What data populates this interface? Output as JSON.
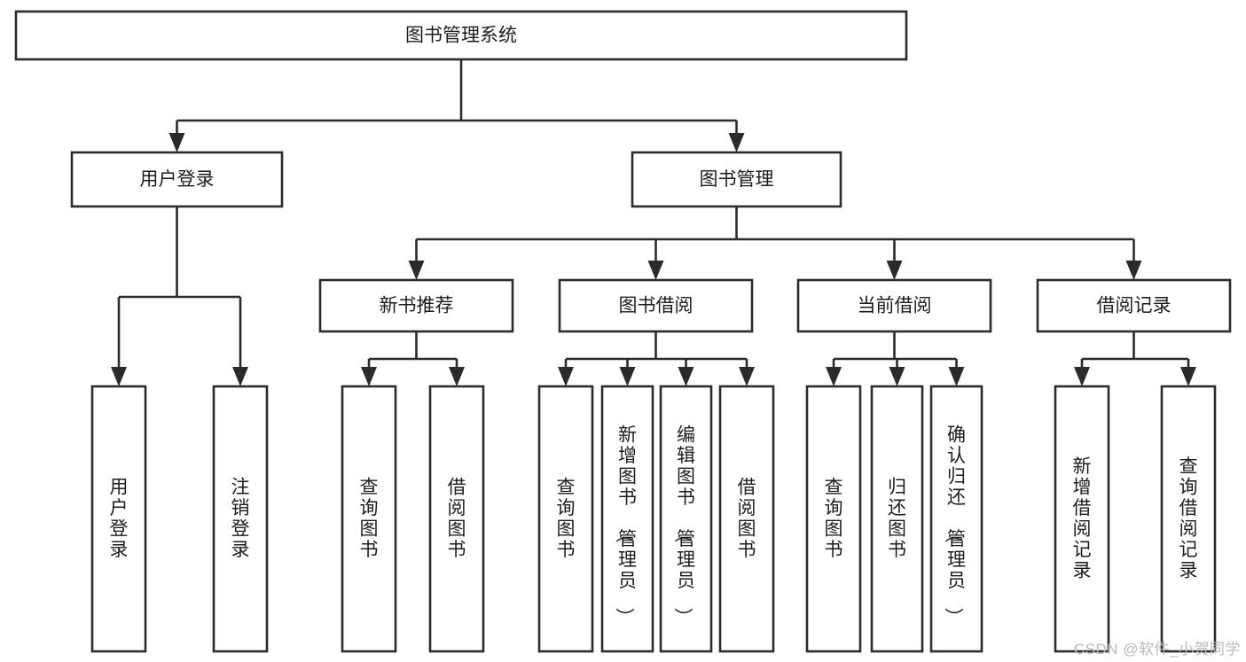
{
  "diagram": {
    "type": "tree",
    "title": "图书管理系统",
    "watermark": "CSDN @软件_小贺同学",
    "colors": {
      "stroke": "#2b2b2b",
      "fill": "#ffffff",
      "text": "#1c1c1c",
      "watermark": "#b9b9b9",
      "background": "#ffffff"
    },
    "root": {
      "id": "root",
      "label": "图书管理系统"
    },
    "level1": [
      {
        "id": "user-login",
        "label": "用户登录"
      },
      {
        "id": "book-manage",
        "label": "图书管理"
      }
    ],
    "level2": [
      {
        "id": "new-book-recommend",
        "label": "新书推荐",
        "parent": "book-manage"
      },
      {
        "id": "book-borrow",
        "label": "图书借阅",
        "parent": "book-manage"
      },
      {
        "id": "current-borrow",
        "label": "当前借阅",
        "parent": "book-manage"
      },
      {
        "id": "borrow-record",
        "label": "借阅记录",
        "parent": "book-manage"
      }
    ],
    "leaves": [
      {
        "id": "leaf-user-login",
        "label": "用户登录",
        "parent": "user-login"
      },
      {
        "id": "leaf-user-logout",
        "label": "注销登录",
        "parent": "user-login"
      },
      {
        "id": "leaf-query-book-1",
        "label": "查询图书",
        "parent": "new-book-recommend"
      },
      {
        "id": "leaf-borrow-book-1",
        "label": "借阅图书",
        "parent": "new-book-recommend"
      },
      {
        "id": "leaf-query-book-2",
        "label": "查询图书",
        "parent": "book-borrow"
      },
      {
        "id": "leaf-add-book",
        "label": "新增图书（管理员）",
        "parent": "book-borrow"
      },
      {
        "id": "leaf-edit-book",
        "label": "编辑图书（管理员）",
        "parent": "book-borrow"
      },
      {
        "id": "leaf-borrow-book-2",
        "label": "借阅图书",
        "parent": "book-borrow"
      },
      {
        "id": "leaf-query-book-3",
        "label": "查询图书",
        "parent": "current-borrow"
      },
      {
        "id": "leaf-return-book",
        "label": "归还图书",
        "parent": "current-borrow"
      },
      {
        "id": "leaf-confirm-return",
        "label": "确认归还（管理员）",
        "parent": "current-borrow"
      },
      {
        "id": "leaf-add-record",
        "label": "新增借阅记录",
        "parent": "borrow-record"
      },
      {
        "id": "leaf-query-record",
        "label": "查询借阅记录",
        "parent": "borrow-record"
      }
    ]
  }
}
